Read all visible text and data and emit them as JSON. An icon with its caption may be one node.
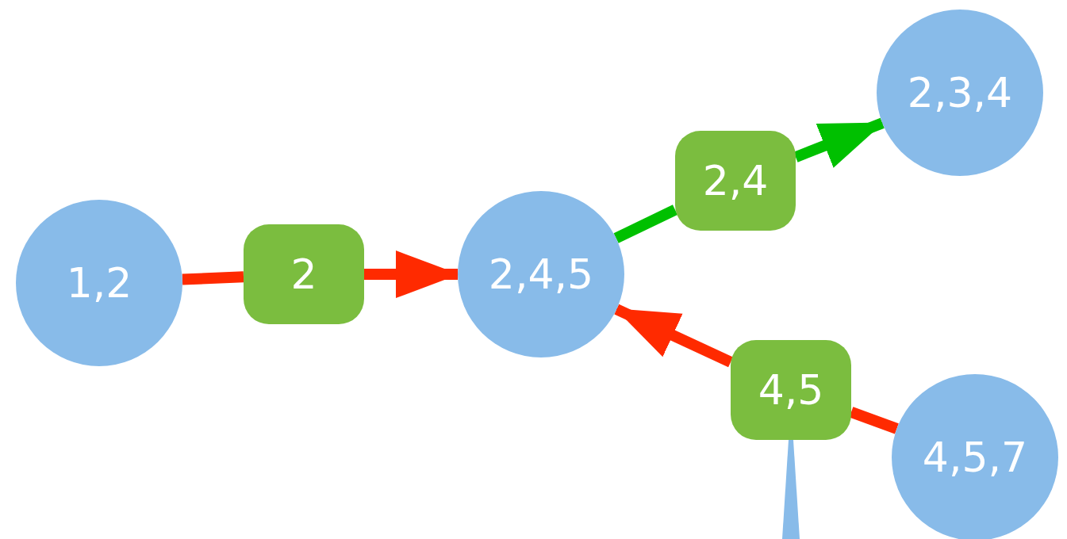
{
  "diagram": {
    "nodes": [
      {
        "text": [
          "1,2"
        ]
      },
      {
        "text": [
          "2,4,5"
        ]
      },
      {
        "text": [
          "2,3,4"
        ]
      },
      {
        "text": [
          "4,5,7"
        ]
      },
      {
        "text": [
          "2"
        ]
      },
      {
        "text": [
          "2,4"
        ]
      },
      {
        "text": [
          "4,5"
        ]
      }
    ],
    "edges": [
      {
        "from": 0,
        "to": 4,
        "arrow": "none",
        "color": "#ff2a00"
      },
      {
        "from": 4,
        "to": 1,
        "arrow": "to",
        "color": "#ff2a00"
      },
      {
        "from": 1,
        "to": 5,
        "arrow": "none",
        "color": "#00c000"
      },
      {
        "from": 5,
        "to": 2,
        "arrow": "to",
        "color": "#00c000"
      },
      {
        "from": 3,
        "to": 6,
        "arrow": "none",
        "color": "#ff2a00"
      },
      {
        "from": 6,
        "to": 1,
        "arrow": "to",
        "color": "#ff2a00"
      },
      {
        "from": 6,
        "to": null,
        "arrow": "none",
        "color": "#88bbe9"
      }
    ]
  }
}
